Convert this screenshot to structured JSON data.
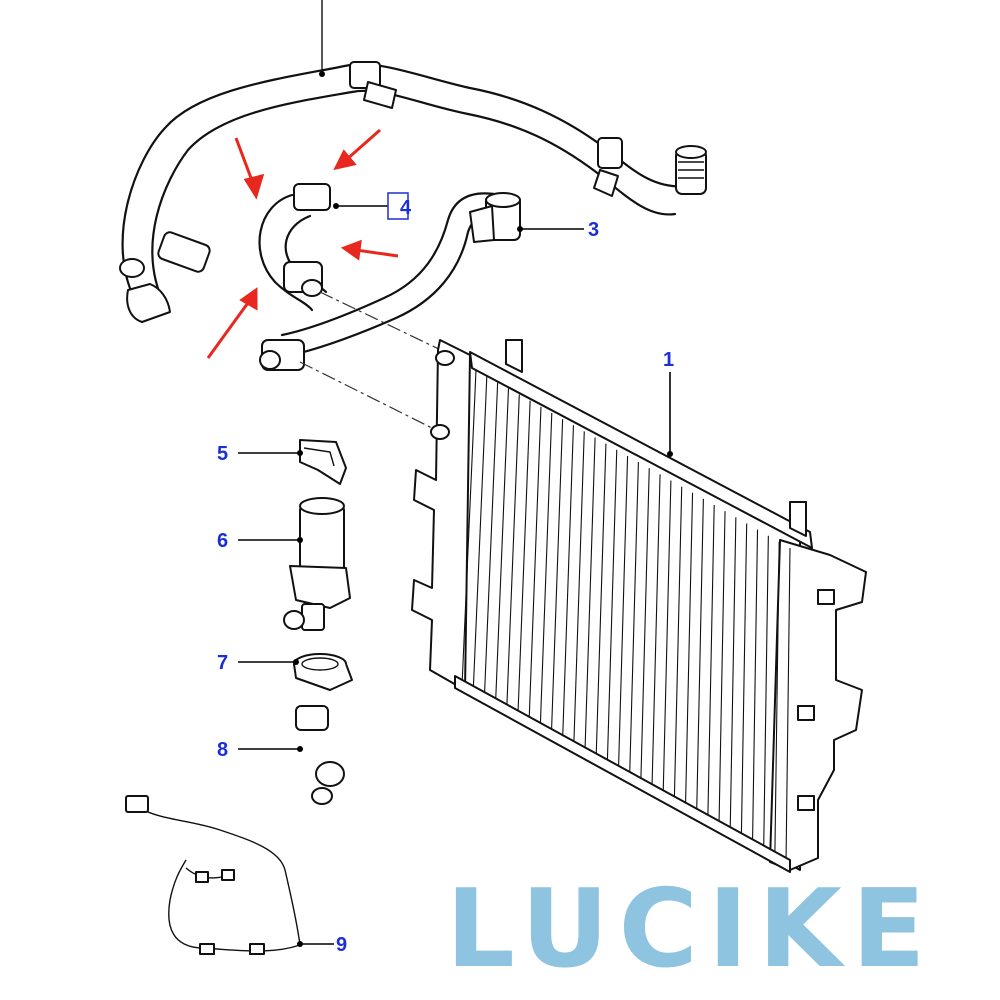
{
  "callouts": [
    {
      "id": "1",
      "label": "1"
    },
    {
      "id": "3",
      "label": "3"
    },
    {
      "id": "4",
      "label": "4"
    },
    {
      "id": "5",
      "label": "5"
    },
    {
      "id": "6",
      "label": "6"
    },
    {
      "id": "7",
      "label": "7"
    },
    {
      "id": "8",
      "label": "8"
    },
    {
      "id": "9",
      "label": "9"
    }
  ],
  "logo": {
    "text": "LUCIKE"
  },
  "colors": {
    "callout": "#1b2fd6",
    "arrow": "#e8281e",
    "logo": "#8fc4e0",
    "line": "#111111"
  }
}
